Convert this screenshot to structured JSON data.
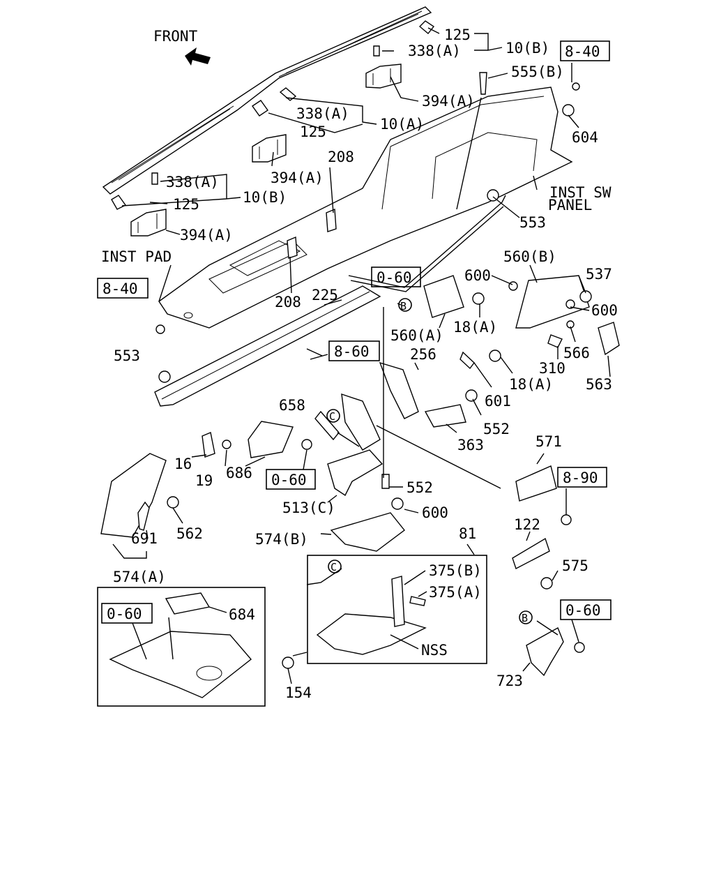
{
  "diagram": {
    "front_label": "FRONT",
    "labels": {
      "l125a": "125",
      "l338a": "338(A)",
      "l10b_top": "10(B)",
      "l8_40_top": "8-40",
      "l555b": "555(B)",
      "l394a_1": "394(A)",
      "l338a_2": "338(A)",
      "l10a": "10(A)",
      "l125b": "125",
      "l604": "604",
      "l208_a": "208",
      "l394a_2": "394(A)",
      "l338a_3": "338(A)",
      "l10b_2": "10(B)",
      "l125c": "125",
      "l394a_3": "394(A)",
      "inst_sw": "INST SW",
      "panel": "PANEL",
      "l553_a": "553",
      "inst_pad": "INST PAD",
      "l0_60_a": "0-60",
      "l560b": "560(B)",
      "l600_a": "600",
      "l537": "537",
      "l8_40_left": "8-40",
      "l600_b": "600",
      "l208_b": "208",
      "l225": "225",
      "lB_1": "B",
      "l560a": "560(A)",
      "l18a_1": "18(A)",
      "l553_b": "553",
      "l8_60": "8-60",
      "l256": "256",
      "l566": "566",
      "l310": "310",
      "l18a_2": "18(A)",
      "l563": "563",
      "l658": "658",
      "lC_1": "C",
      "l601": "601",
      "l552_a": "552",
      "l363": "363",
      "l16": "16",
      "l19": "19",
      "l686": "686",
      "l0_60_b": "0-60",
      "l571": "571",
      "l8_90": "8-90",
      "l552_b": "552",
      "l513c": "513(C)",
      "l600_c": "600",
      "l122": "122",
      "l562": "562",
      "l691": "691",
      "l574b": "574(B)",
      "l81": "81",
      "l575": "575",
      "l574a": "574(A)",
      "lC_2": "C",
      "l375b": "375(B)",
      "l375a": "375(A)",
      "l0_60_c": "0-60",
      "l684": "684",
      "lB_2": "B",
      "l0_60_d": "0-60",
      "lNSS": "NSS",
      "l723": "723",
      "l154": "154"
    }
  }
}
